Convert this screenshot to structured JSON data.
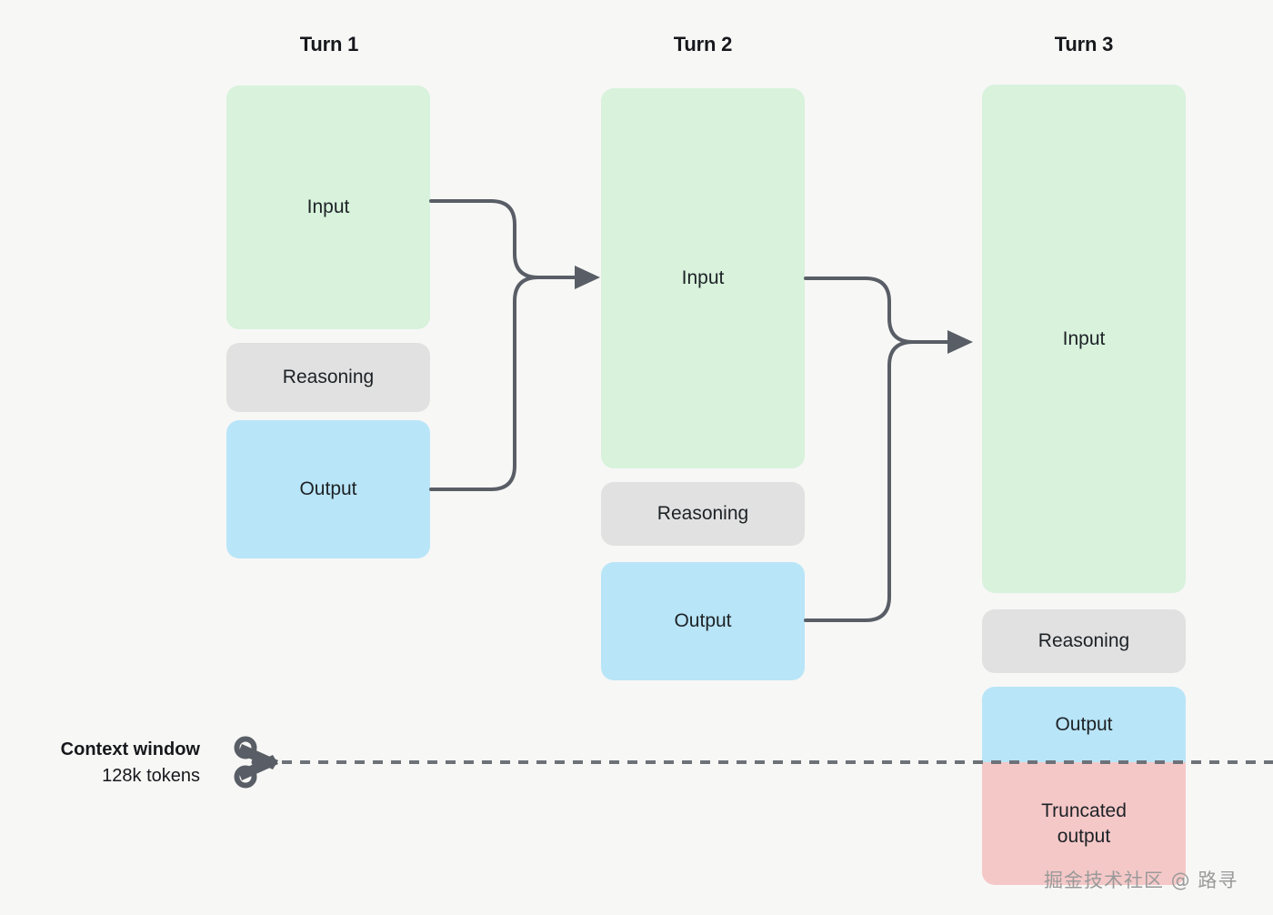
{
  "diagram": {
    "title_turn1": "Turn 1",
    "title_turn2": "Turn 2",
    "title_turn3": "Turn 3",
    "labels": {
      "input": "Input",
      "reasoning": "Reasoning",
      "output": "Output",
      "truncated_output": "Truncated\noutput"
    },
    "truncated_line1": "Truncated",
    "truncated_line2": "output",
    "context": {
      "heading": "Context window",
      "amount": "128k tokens",
      "scissors_icon": "scissors-icon"
    },
    "colors": {
      "input": "#d8f2dc",
      "reasoning": "#e1e1e1",
      "output": "#b9e5f8",
      "truncated": "#f5c8c8",
      "connector": "#595e66",
      "background": "#f7f7f6",
      "text": "#17181c"
    },
    "turns": [
      {
        "name": "Turn 1",
        "blocks": [
          {
            "kind": "input",
            "label": "Input"
          },
          {
            "kind": "reasoning",
            "label": "Reasoning"
          },
          {
            "kind": "output",
            "label": "Output"
          }
        ]
      },
      {
        "name": "Turn 2",
        "blocks": [
          {
            "kind": "input",
            "label": "Input"
          },
          {
            "kind": "reasoning",
            "label": "Reasoning"
          },
          {
            "kind": "output",
            "label": "Output"
          }
        ]
      },
      {
        "name": "Turn 3",
        "blocks": [
          {
            "kind": "input",
            "label": "Input"
          },
          {
            "kind": "reasoning",
            "label": "Reasoning"
          },
          {
            "kind": "output",
            "label": "Output"
          },
          {
            "kind": "truncated",
            "label": "Truncated output"
          }
        ]
      }
    ],
    "connectors": [
      {
        "from": "Turn 1 Input + Output",
        "to": "Turn 2 Input"
      },
      {
        "from": "Turn 2 Input + Output",
        "to": "Turn 3 Input"
      }
    ],
    "watermark": "掘金技术社区 @ 路寻"
  }
}
